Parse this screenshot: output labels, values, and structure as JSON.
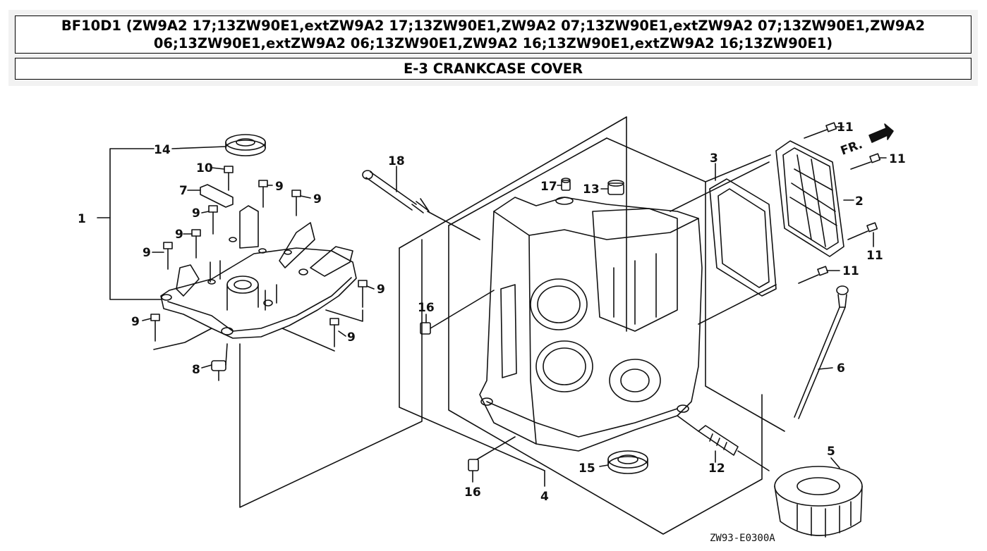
{
  "header": {
    "title": "BF10D1 (ZW9A2 17;13ZW90E1,extZW9A2 17;13ZW90E1,ZW9A2 07;13ZW90E1,extZW9A2 07;13ZW90E1,ZW9A2 06;13ZW90E1,extZW9A2 06;13ZW90E1,ZW9A2 16;13ZW90E1,extZW9A2 16;13ZW90E1)",
    "section": "E-3 CRANKCASE COVER"
  },
  "diagram": {
    "callouts": {
      "c1": "1",
      "c2": "2",
      "c3": "3",
      "c4": "4",
      "c5": "5",
      "c6": "6",
      "c7": "7",
      "c8": "8",
      "c9": "9",
      "c10": "10",
      "c11": "11",
      "c12": "12",
      "c13": "13",
      "c14": "14",
      "c15": "15",
      "c16": "16",
      "c17": "17",
      "c18": "18"
    },
    "direction_label": "FR.",
    "drawing_code": "ZW93-E0300A"
  }
}
